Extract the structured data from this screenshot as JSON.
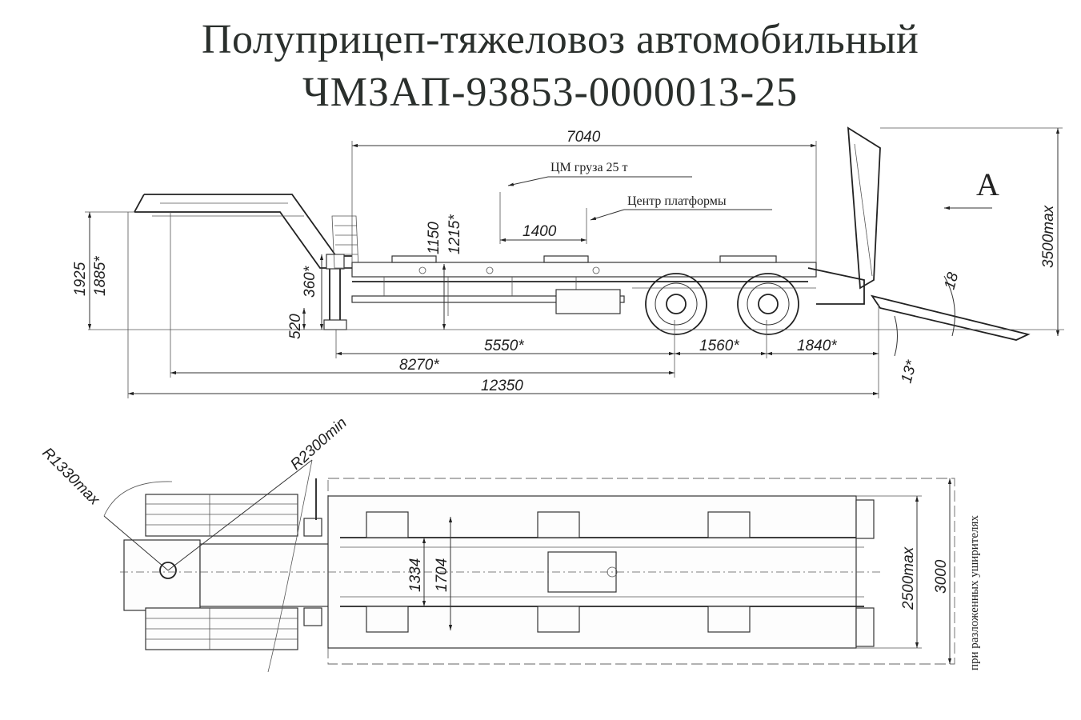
{
  "title": {
    "line1": "Полуприцеп-тяжеловоз автомобильный",
    "line2": "ЧМЗАП-93853-0000013-25"
  },
  "side_view": {
    "overall_platform": "7040",
    "cm_label": "ЦМ груза 25 т",
    "center_label": "Центр платформы",
    "offset_cm": "1400",
    "platform_height": "1150",
    "platform_height_loaded": "1215*",
    "height_total": "1925",
    "height_total_loaded": "1885*",
    "kingpin_height": "360*",
    "support_height": "520",
    "base_5550": "5550*",
    "axle_spacing": "1560*",
    "rear_overhang": "1840*",
    "base_8270": "8270*",
    "overall_length": "12350",
    "ramp_height": "3500max",
    "ramp_angle": "18",
    "departure_angle": "13*",
    "view_marker": "A"
  },
  "top_view": {
    "radius_front": "R1330max",
    "radius_turn": "R2300min",
    "inner_width": "1334",
    "outer_width": "1704",
    "width_max": "2500max",
    "width_extended": "3000",
    "extender_note": "при разложенных уширителях"
  }
}
